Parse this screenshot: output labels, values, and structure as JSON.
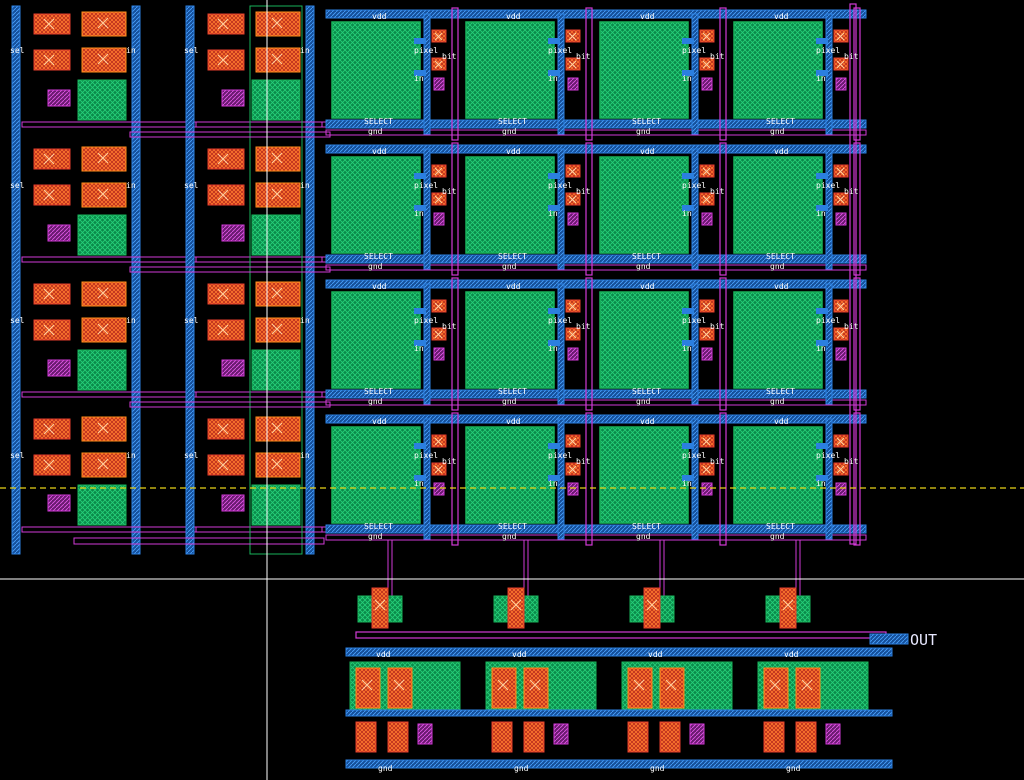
{
  "cell_array": {
    "rows": 4,
    "cols": 4,
    "select_label": "SELECT",
    "gnd_label": "gnd",
    "vdd_label": "vdd",
    "pin_labels": [
      "pixel",
      "in",
      "out",
      "bit"
    ]
  },
  "output": {
    "label": "OUT"
  },
  "driver_columns": {
    "left_label_a": "sel",
    "left_label_b": "in"
  },
  "colors": {
    "background": "#000000",
    "metal1": "#2b7fe0",
    "metal2": "#d13ad6",
    "poly": "#e23b2b",
    "active": "#19b25a",
    "well": "#1ec07a",
    "contact": "#ff8c1a",
    "crosshair": "#ffffff",
    "guide": "#e8d417"
  }
}
